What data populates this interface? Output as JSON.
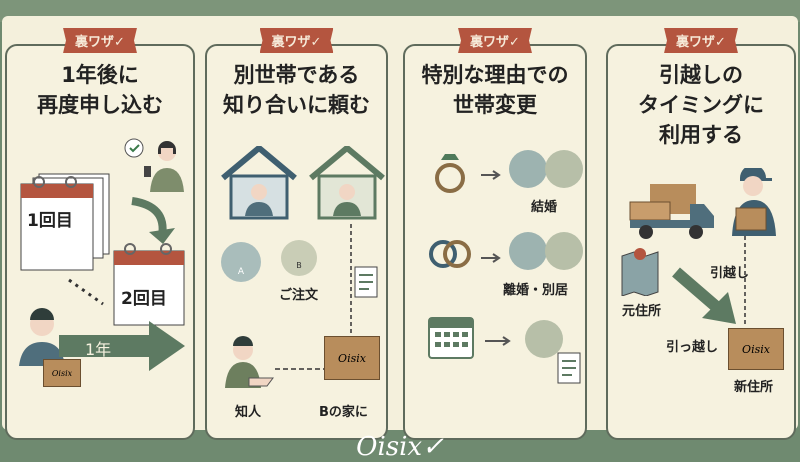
{
  "tag_label": "裏ワザ✓",
  "brand": "Oisix✓",
  "panels": [
    {
      "title_lines": [
        "1年後に",
        "再度申し込む"
      ],
      "labels": {
        "first": "1回目",
        "second": "2回目",
        "arrow": "1年",
        "box": "Oisix"
      }
    },
    {
      "title_lines": [
        "別世帯である",
        "知り合いに頼む"
      ],
      "labels": {
        "order": "ご注文",
        "acquaintance": "知人",
        "delivery": "Bの家に",
        "box": "Oisix",
        "avatar_a": "A",
        "avatar_b": "B"
      }
    },
    {
      "title_lines": [
        "特別な理由での",
        "世帯変更"
      ],
      "labels": {
        "marriage": "結婚",
        "divorce": "離婚・別居"
      }
    },
    {
      "title_lines": [
        "引越しの",
        "タイミングに",
        "利用する"
      ],
      "labels": {
        "old_address": "元住所",
        "moving": "引越し",
        "moving2": "引っ越し",
        "new_address": "新住所",
        "box": "Oisix"
      }
    }
  ],
  "colors": {
    "accent": "#b4553f",
    "green": "#5d7a62",
    "cream": "#f6f2df",
    "blue": "#4f6e7c"
  }
}
